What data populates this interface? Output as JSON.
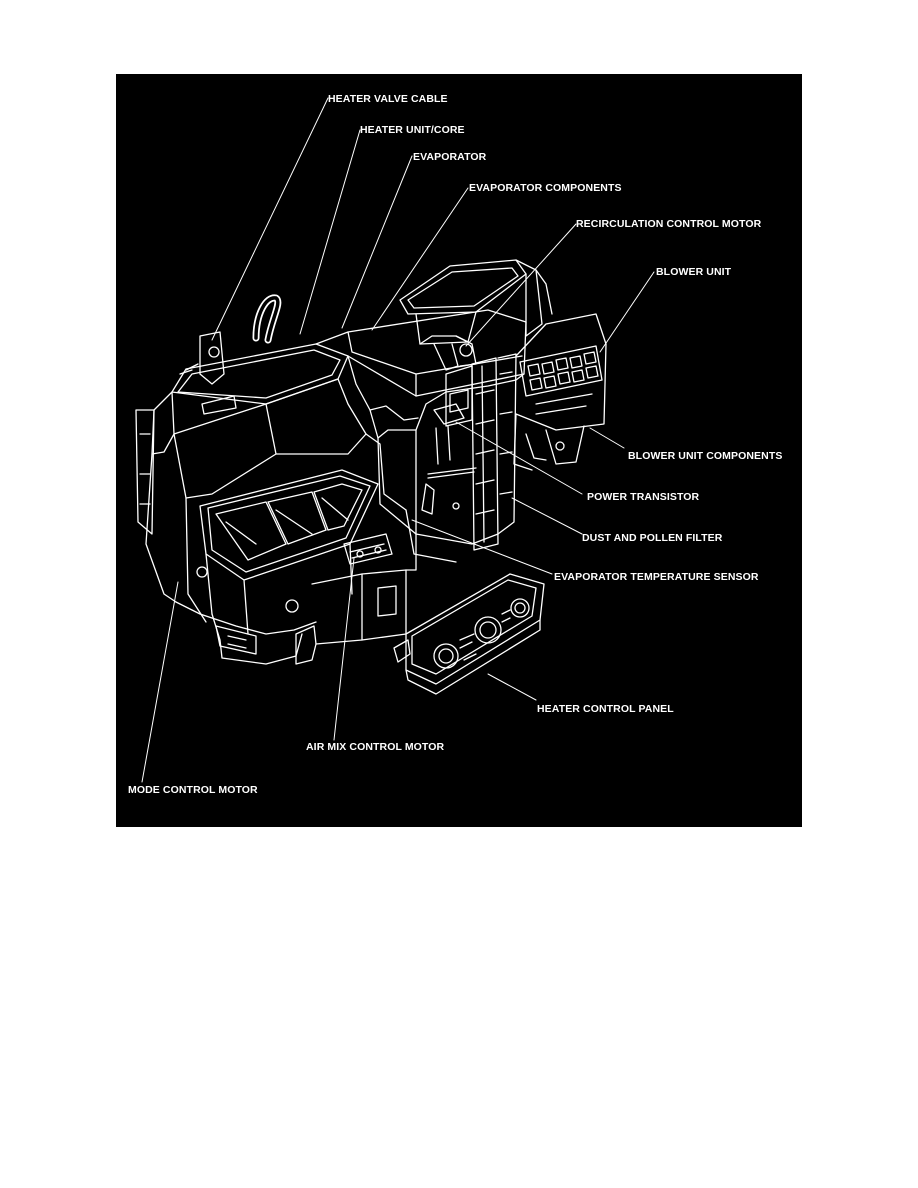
{
  "figure": {
    "background": "#000000",
    "line_color": "#ffffff",
    "labels": {
      "heater_valve_cable": "HEATER VALVE CABLE",
      "heater_unit_core": "HEATER UNIT/CORE",
      "evaporator": "EVAPORATOR",
      "evaporator_components": "EVAPORATOR COMPONENTS",
      "recirculation_control_motor": "RECIRCULATION CONTROL MOTOR",
      "blower_unit": "BLOWER UNIT",
      "blower_unit_components": "BLOWER UNIT COMPONENTS",
      "power_transistor": "POWER TRANSISTOR",
      "dust_and_pollen_filter": "DUST AND POLLEN FILTER",
      "evaporator_temperature_sensor": "EVAPORATOR TEMPERATURE SENSOR",
      "heater_control_panel": "HEATER CONTROL PANEL",
      "air_mix_control_motor": "AIR MIX CONTROL MOTOR",
      "mode_control_motor": "MODE CONTROL MOTOR"
    }
  }
}
